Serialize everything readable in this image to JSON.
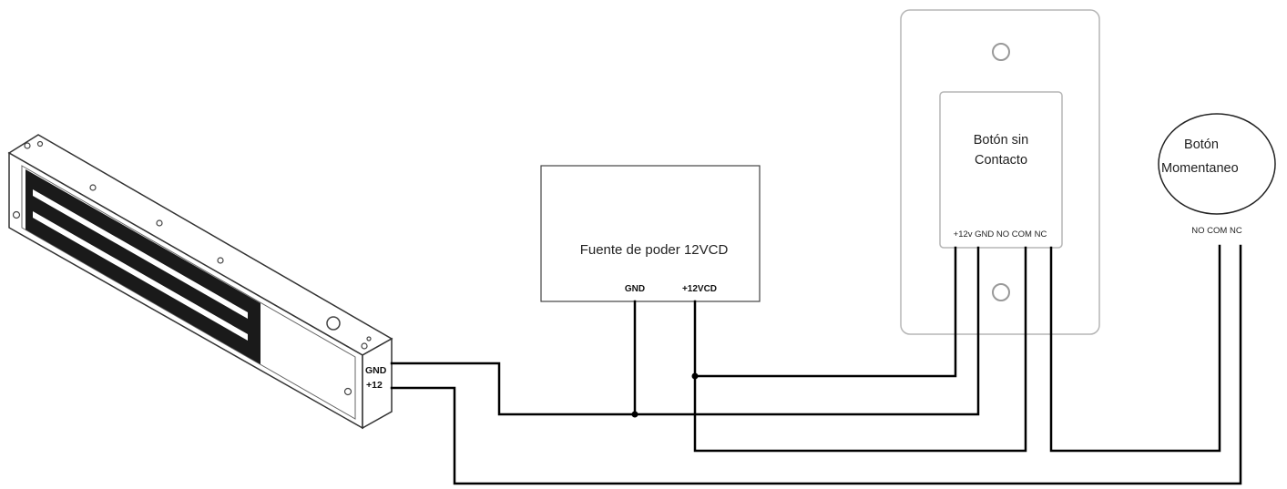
{
  "lock": {
    "gnd_label": "GND",
    "v12_label": "+12"
  },
  "power_supply": {
    "title": "Fuente de poder 12VCD",
    "gnd_label": "GND",
    "v12_label": "+12VCD"
  },
  "contactless_button": {
    "title_line1": "Botón sin",
    "title_line2": "Contacto",
    "terminals": "+12v GND NO COM NC"
  },
  "momentary_button": {
    "title_line1": "Botón",
    "title_line2": "Momentaneo",
    "terminals": "NO COM NC"
  },
  "colors": {
    "wire": "#000000",
    "outline": "#333333",
    "panel_outline": "#b5b5b5",
    "magnet_dark": "#1a1a1a"
  }
}
